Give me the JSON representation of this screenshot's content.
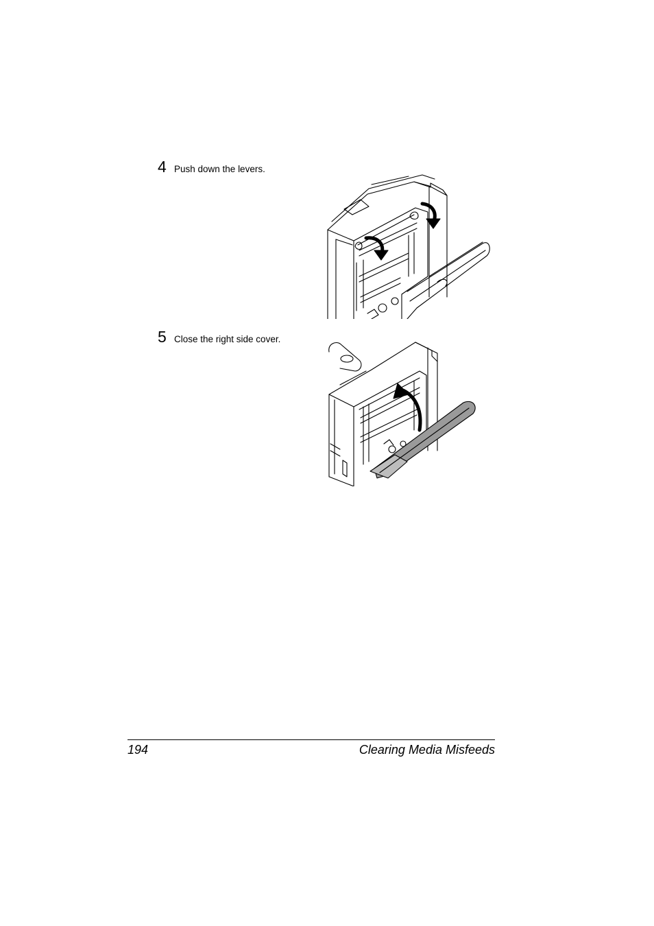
{
  "steps": [
    {
      "number": "4",
      "text": "Push down the levers.",
      "figure": "printer-fuser-levers-push-down"
    },
    {
      "number": "5",
      "text": "Close the right side cover.",
      "figure": "printer-right-side-cover-close"
    }
  ],
  "footer": {
    "page_number": "194",
    "section_title": "Clearing Media Misfeeds"
  }
}
